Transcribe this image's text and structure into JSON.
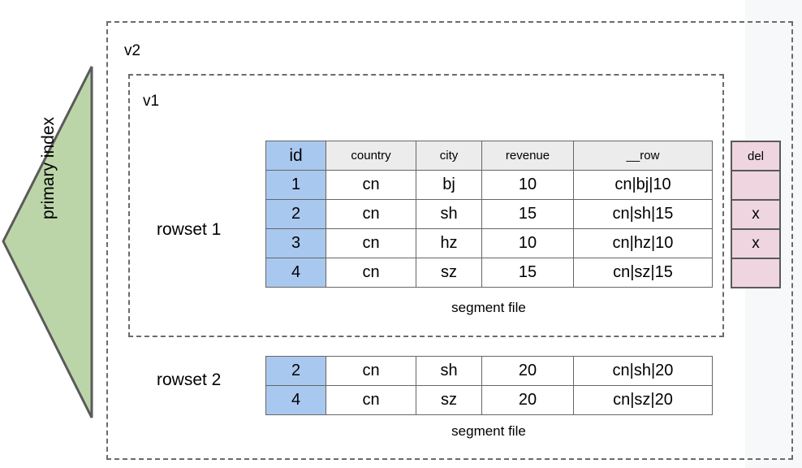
{
  "diagram": {
    "primary_index": {
      "label": "primary index",
      "fill": "#bcd5a8",
      "stroke": "#5a5a5a"
    },
    "outer_container": {
      "label": "v2"
    },
    "inner_container": {
      "label": "v1"
    },
    "rowsets": [
      {
        "label": "rowset 1",
        "caption": "segment file",
        "columns": [
          "id",
          "country",
          "city",
          "revenue",
          "__row"
        ],
        "rows": [
          [
            "1",
            "cn",
            "bj",
            "10",
            "cn|bj|10"
          ],
          [
            "2",
            "cn",
            "sh",
            "15",
            "cn|sh|15"
          ],
          [
            "3",
            "cn",
            "hz",
            "10",
            "cn|hz|10"
          ],
          [
            "4",
            "cn",
            "sz",
            "15",
            "cn|sz|15"
          ]
        ]
      },
      {
        "label": "rowset 2",
        "caption": "segment file",
        "columns": [
          "id",
          "country",
          "city",
          "revenue",
          "__row"
        ],
        "rows": [
          [
            "2",
            "cn",
            "sh",
            "20",
            "cn|sh|20"
          ],
          [
            "4",
            "cn",
            "sz",
            "20",
            "cn|sz|20"
          ]
        ]
      }
    ],
    "delete_column": {
      "header": "del",
      "marks": [
        "",
        "x",
        "x",
        ""
      ]
    },
    "colors": {
      "id_cell": "#a9c8ef",
      "header_cell": "#ececec",
      "delete_cell": "#eed5e0",
      "triangle": "#bcd5a8",
      "border": "#666666",
      "dashed_border": "#6b6b6b"
    }
  }
}
